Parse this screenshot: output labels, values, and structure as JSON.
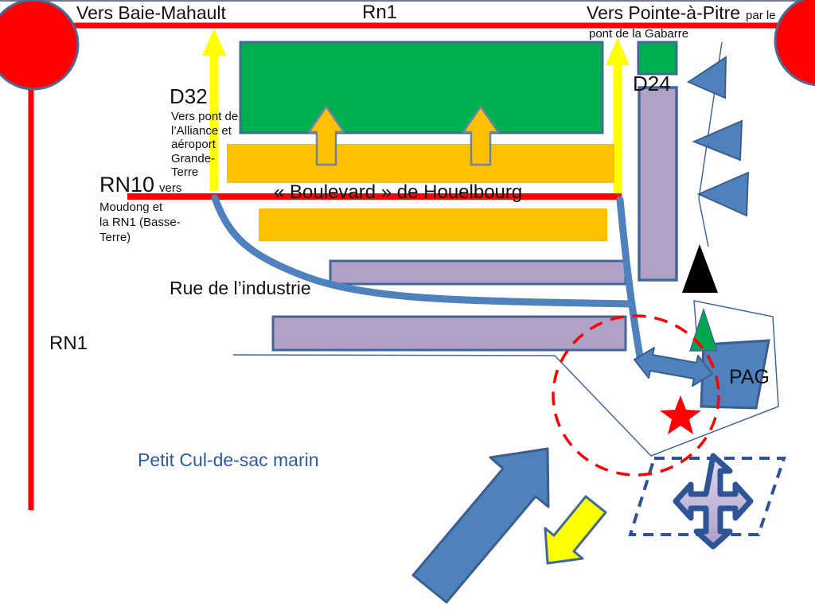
{
  "slide": {
    "top": {
      "left_label": "Vers Baie-Mahault",
      "road_label": "Rn1",
      "right_label": "Vers Pointe-à-Pitre",
      "right_label_suffix": "par le",
      "right_sublabel": "pont de la Gabarre"
    },
    "roads": {
      "d32_label": "D32",
      "d32_sub": "Vers pont de\nl’Alliance et\naéroport\nGrande-\nTerre",
      "rn10_label": "RN10",
      "rn10_suffix": "vers",
      "rn10_sub": "Moudong et\nla RN1 (Basse-\nTerre)",
      "boulevard": "« Boulevard » de Houelbourg",
      "rue_industrie": "Rue de l’industrie",
      "rn1_left": "RN1",
      "d24": "D24"
    },
    "areas": {
      "pag": "PAG",
      "sea": "Petit Cul-de-sac marin"
    }
  },
  "colors": {
    "road_red": "#ff0000",
    "arrow_yellow": "#ffff00",
    "zone_green": "#00b050",
    "zone_orange": "#ffc000",
    "zone_lavender": "#b2a1c7",
    "shape_blue": "#4f81bd",
    "shape_blue_border": "#3a5f8f",
    "thin_line_blue": "#44679b",
    "dashed_navy": "#2f5496",
    "sea_text_blue": "#2d5a9e",
    "star_red": "#ff0000"
  }
}
